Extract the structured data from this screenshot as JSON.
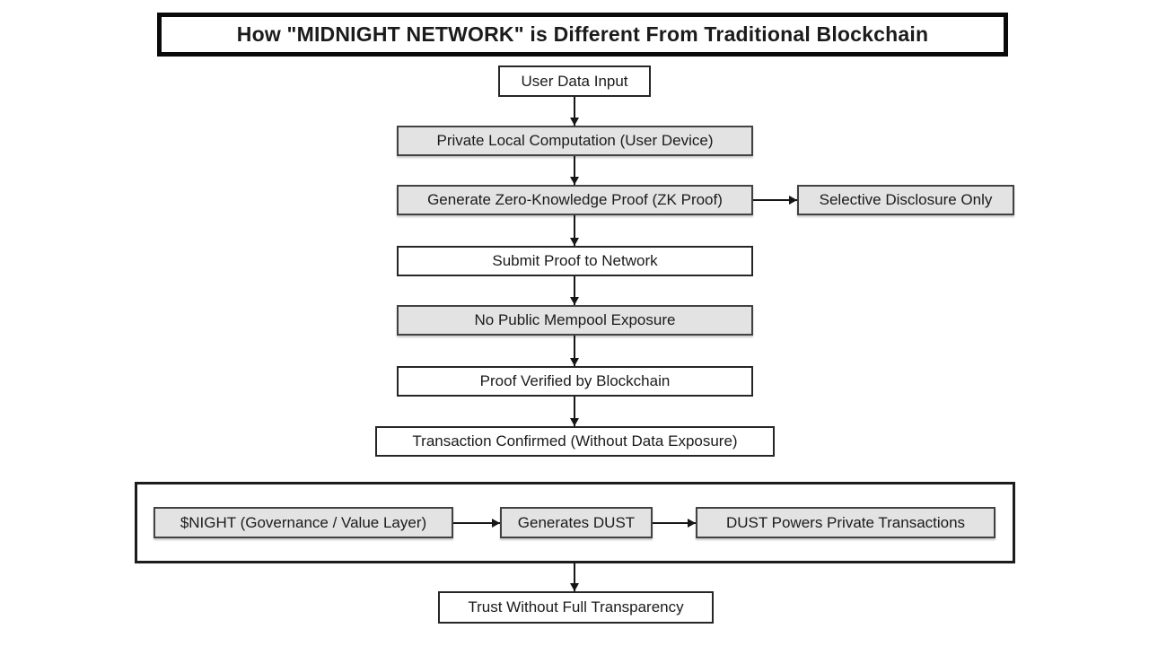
{
  "title": "How \"MIDNIGHT NETWORK\" is Different From Traditional Blockchain",
  "nodes": {
    "user_data_input": {
      "label": "User Data Input",
      "style": "white"
    },
    "private_local_computation": {
      "label": "Private Local Computation (User Device)",
      "style": "gray"
    },
    "generate_zk_proof": {
      "label": "Generate Zero-Knowledge Proof (ZK Proof)",
      "style": "gray"
    },
    "selective_disclosure": {
      "label": "Selective Disclosure Only",
      "style": "gray"
    },
    "submit_proof": {
      "label": "Submit Proof to Network",
      "style": "white"
    },
    "no_mempool_exposure": {
      "label": "No Public Mempool Exposure",
      "style": "gray"
    },
    "proof_verified": {
      "label": "Proof Verified by Blockchain",
      "style": "white"
    },
    "transaction_confirmed": {
      "label": "Transaction Confirmed (Without Data Exposure)",
      "style": "white"
    },
    "night_governance": {
      "label": "$NIGHT (Governance / Value Layer)",
      "style": "gray"
    },
    "generates_dust": {
      "label": "Generates DUST",
      "style": "gray"
    },
    "dust_powers": {
      "label": "DUST Powers Private Transactions",
      "style": "gray"
    },
    "trust_without_transparency": {
      "label": "Trust Without Full Transparency",
      "style": "white"
    }
  },
  "edges": [
    {
      "from": "user_data_input",
      "to": "private_local_computation",
      "direction": "down"
    },
    {
      "from": "private_local_computation",
      "to": "generate_zk_proof",
      "direction": "down"
    },
    {
      "from": "generate_zk_proof",
      "to": "selective_disclosure",
      "direction": "right"
    },
    {
      "from": "generate_zk_proof",
      "to": "submit_proof",
      "direction": "down"
    },
    {
      "from": "submit_proof",
      "to": "no_mempool_exposure",
      "direction": "down"
    },
    {
      "from": "no_mempool_exposure",
      "to": "proof_verified",
      "direction": "down"
    },
    {
      "from": "proof_verified",
      "to": "transaction_confirmed",
      "direction": "down"
    },
    {
      "from": "night_governance",
      "to": "generates_dust",
      "direction": "right"
    },
    {
      "from": "generates_dust",
      "to": "dust_powers",
      "direction": "right"
    },
    {
      "from": "token_group",
      "to": "trust_without_transparency",
      "direction": "down"
    }
  ],
  "colors": {
    "background": "#ffffff",
    "box_gray_fill": "#e3e3e3",
    "box_gray_border": "#424242",
    "box_white_border": "#262626",
    "arrow": "#161616",
    "text": "#1b1b1b",
    "title_border": "#0a0a0a"
  }
}
